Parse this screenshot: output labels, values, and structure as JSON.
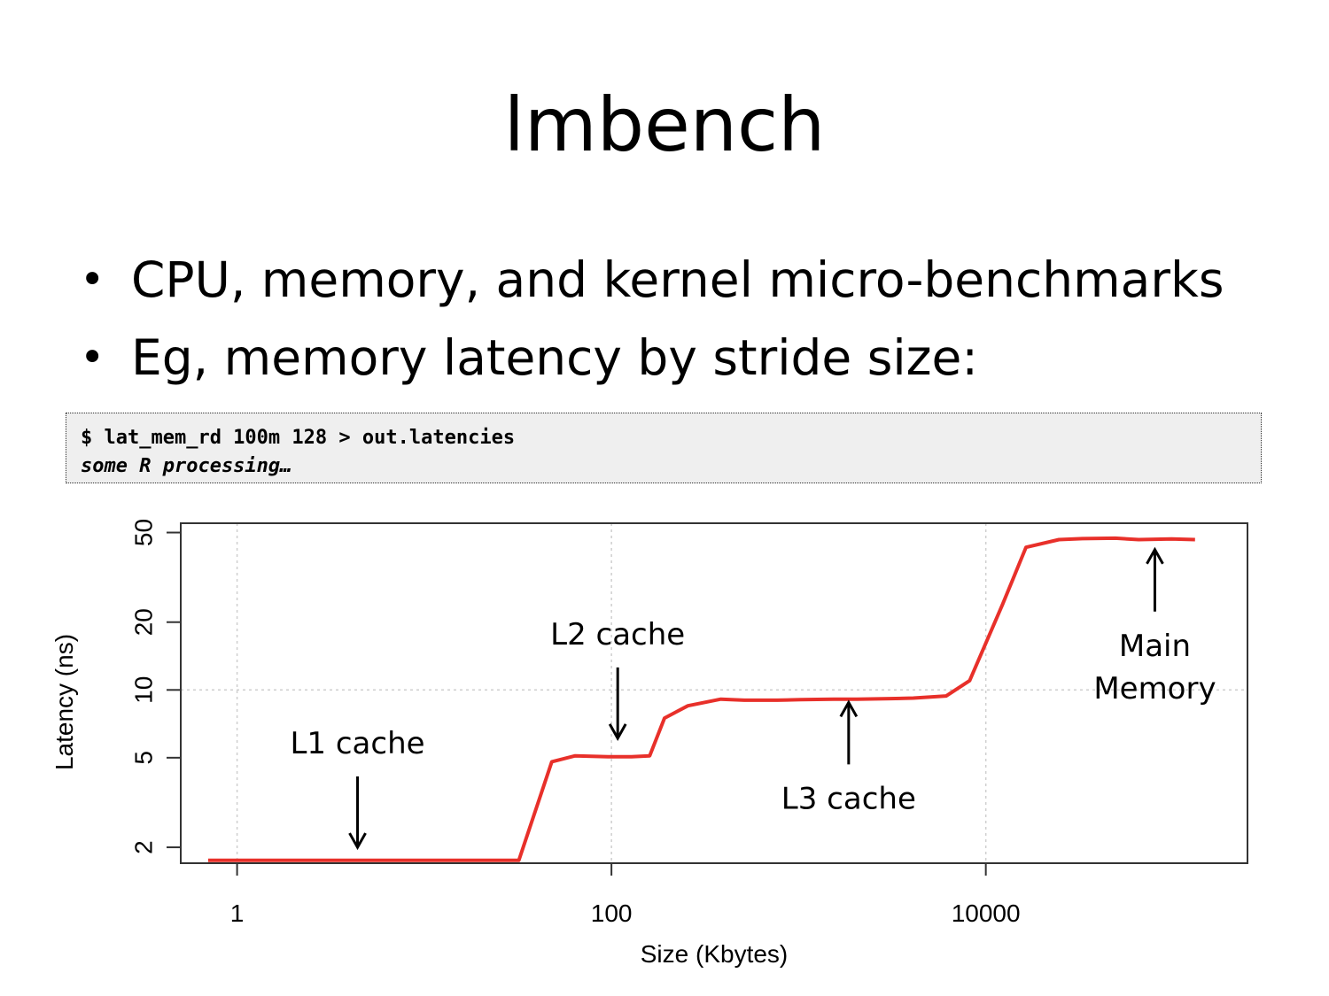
{
  "slide": {
    "title": "lmbench",
    "bullets": [
      "CPU, memory, and kernel micro-benchmarks",
      "Eg, memory latency by stride size:"
    ],
    "bullet_glyph": "•",
    "code": {
      "line1": "$ lat_mem_rd 100m 128 > out.latencies",
      "line2": "some R processing…"
    }
  },
  "chart_data": {
    "type": "line",
    "xlabel": "Size (Kbytes)",
    "ylabel": "Latency (ns)",
    "xscale": "log",
    "yscale": "log",
    "xlim": [
      0.5,
      250000
    ],
    "ylim": [
      1.7,
      55
    ],
    "xticks": [
      {
        "value": 1,
        "label": "1"
      },
      {
        "value": 100,
        "label": "100"
      },
      {
        "value": 10000,
        "label": "10000"
      }
    ],
    "yticks": [
      {
        "value": 2,
        "label": "2"
      },
      {
        "value": 5,
        "label": "5"
      },
      {
        "value": 10,
        "label": "10"
      },
      {
        "value": 20,
        "label": "20"
      },
      {
        "value": 50,
        "label": "50"
      }
    ],
    "grid": true,
    "line_color": "#e8302a",
    "series": [
      {
        "name": "latency",
        "x": [
          0.5,
          1,
          2,
          4,
          8,
          16,
          24,
          32,
          48,
          64,
          96,
          128,
          160,
          192,
          256,
          384,
          512,
          768,
          1024,
          1536,
          2048,
          3072,
          4096,
          6144,
          8192,
          12288,
          16384,
          24576,
          32768,
          49152,
          65536,
          98304,
          131072
        ],
        "y": [
          1.75,
          1.75,
          1.75,
          1.75,
          1.75,
          1.75,
          1.75,
          1.75,
          4.8,
          5.1,
          5.05,
          5.05,
          5.1,
          7.5,
          8.5,
          9.1,
          9.0,
          9.0,
          9.05,
          9.1,
          9.1,
          9.15,
          9.2,
          9.4,
          11.0,
          24.0,
          43.0,
          46.5,
          47.0,
          47.2,
          46.5,
          46.8,
          46.5
        ]
      }
    ],
    "annotations": [
      {
        "id": "l1",
        "lines": [
          "L1 cache"
        ],
        "arrow": "down",
        "x": 4.4,
        "y": 2.0
      },
      {
        "id": "l2",
        "lines": [
          "L2 cache"
        ],
        "arrow": "down",
        "x": 108,
        "y": 6.1
      },
      {
        "id": "l3",
        "lines": [
          "L3 cache"
        ],
        "arrow": "up",
        "x": 1850,
        "y": 8.8
      },
      {
        "id": "mm",
        "lines": [
          "Main",
          "Memory"
        ],
        "arrow": "up",
        "x": 80000,
        "y": 42
      }
    ]
  }
}
